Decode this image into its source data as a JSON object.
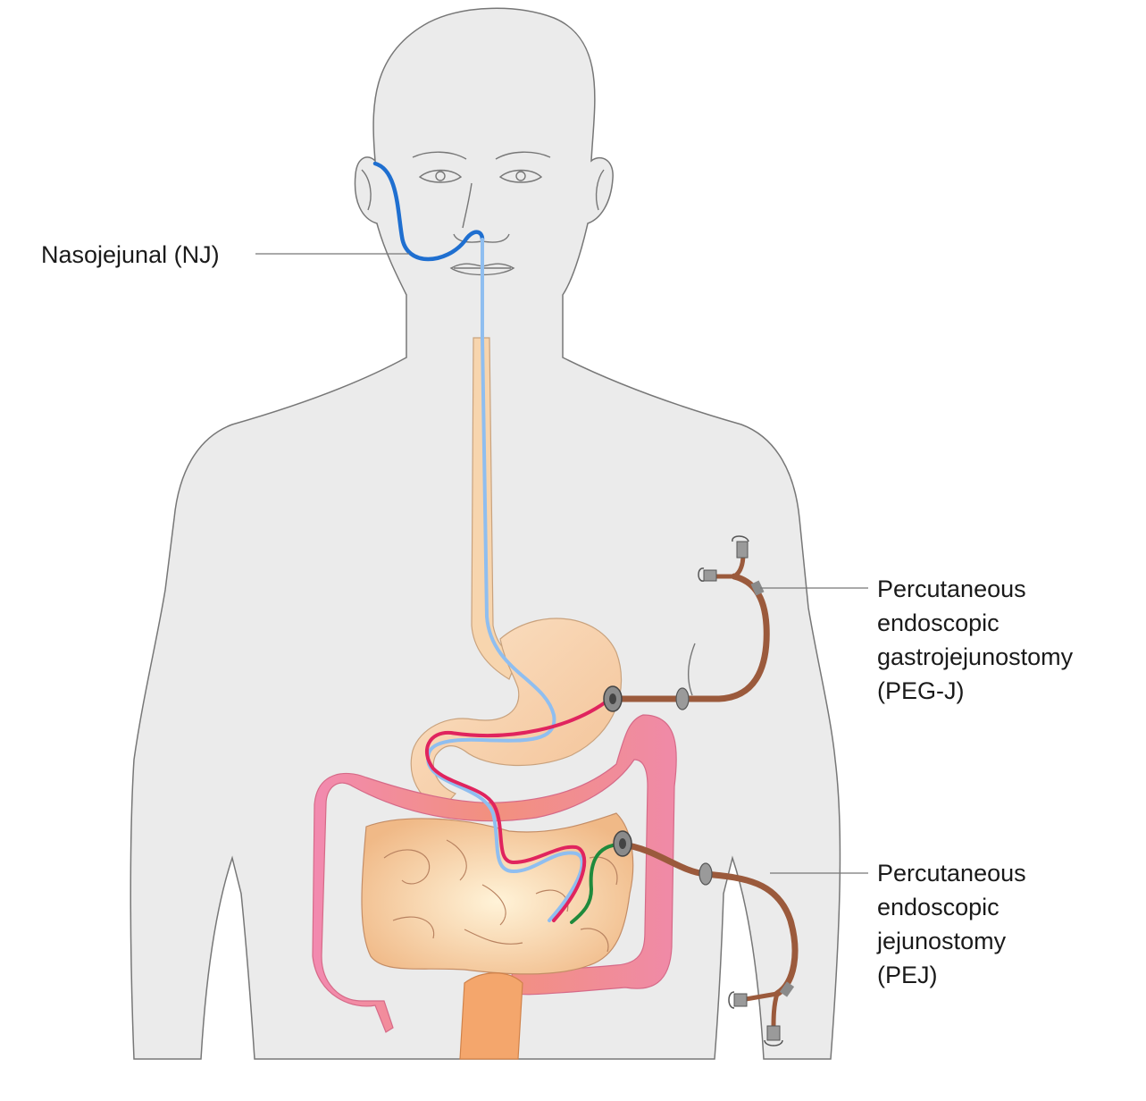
{
  "labels": {
    "nj": {
      "line1": "Nasojejunal (NJ)"
    },
    "pegj": {
      "line1": "Percutaneous",
      "line2": "endoscopic",
      "line3": "gastrojejunostomy",
      "line4": "(PEG-J)"
    },
    "pej": {
      "line1": "Percutaneous",
      "line2": "endoscopic",
      "line3": "jejunostomy",
      "line4": "(PEJ)"
    }
  },
  "colors": {
    "body_fill": "#ebebeb",
    "body_outline": "#777777",
    "nj_tube_outer": "#1f6fd0",
    "nj_tube_inner": "#8fbef0",
    "pegj_inner_tube": "#e0245e",
    "pej_inner_tube": "#1f8a3c",
    "external_tube": "#9b5a3c",
    "stomach": "#f7c9a0",
    "small_intestine": "#f4c79b",
    "colon": "#f28a9e",
    "rectum": "#f2a36b"
  }
}
